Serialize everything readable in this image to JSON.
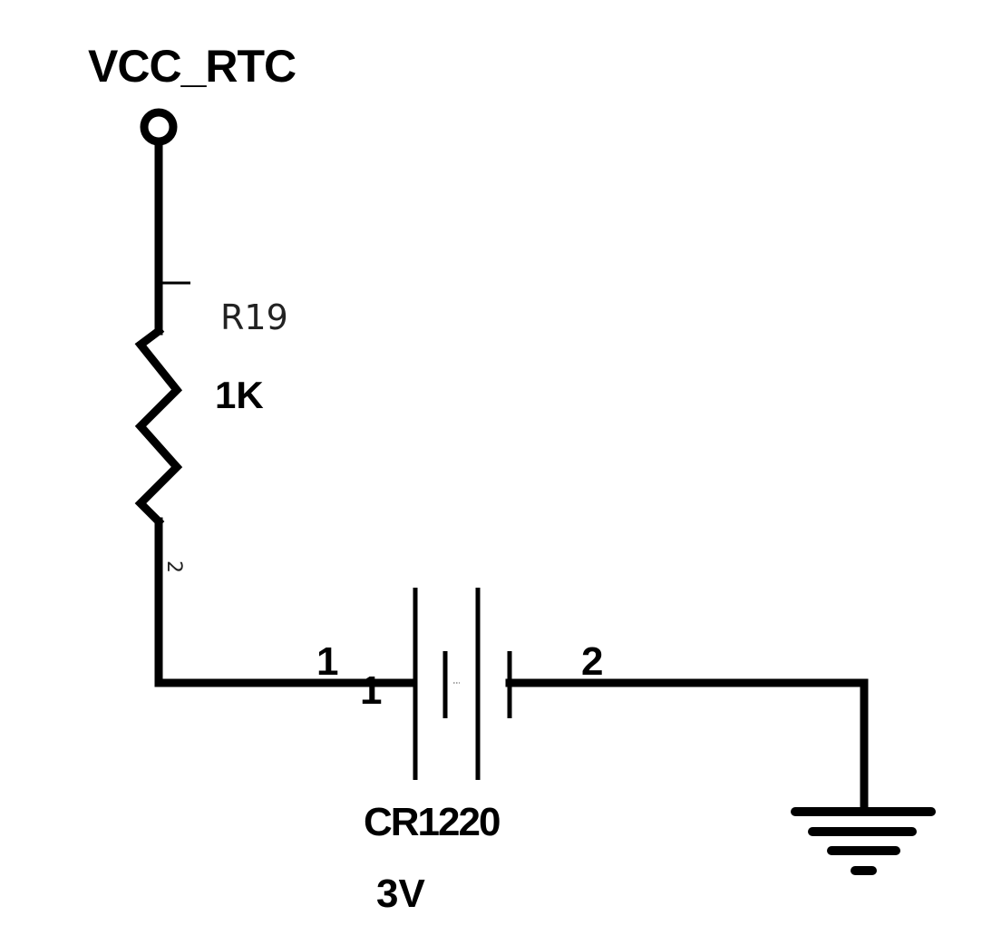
{
  "net": {
    "name": "VCC_RTC"
  },
  "resistor": {
    "ref": "R19",
    "value": "1K",
    "pin2_mark": "2"
  },
  "battery": {
    "pin1_label": "1",
    "pin1_overlap_label": "1",
    "pin2_label": "2",
    "part": "CR1220",
    "voltage": "3V"
  }
}
